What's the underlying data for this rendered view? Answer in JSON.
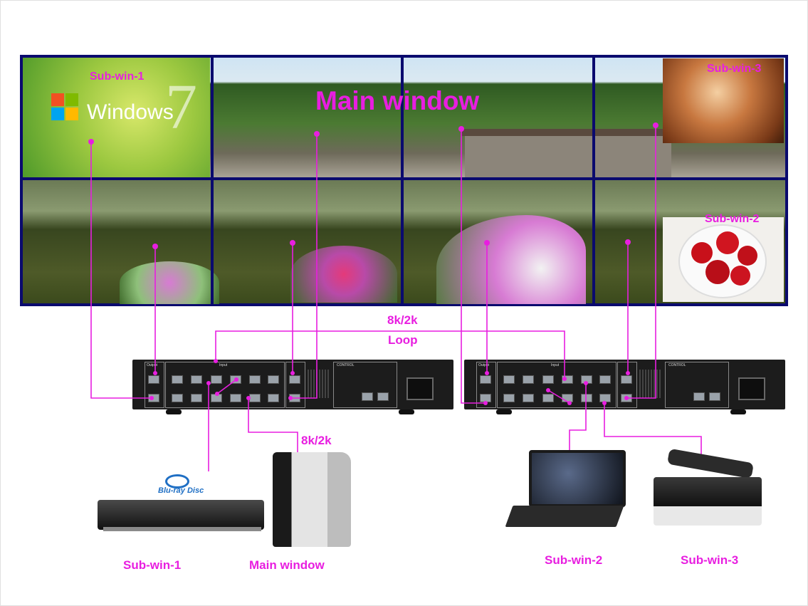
{
  "wall": {
    "main_title": "Main window",
    "subwin1_label": "Sub-win-1",
    "subwin2_label": "Sub-win-2",
    "subwin3_label": "Sub-win-3",
    "windows_logo_text": "Windows",
    "windows_version": "7"
  },
  "links": {
    "loop_res": "8k/2k",
    "loop_label": "Loop",
    "source_res": "8k/2k"
  },
  "processor": {
    "output_label": "Output",
    "input_label": "Input",
    "control_label": "CONTROL"
  },
  "sources": {
    "bluray_logo": "Blu-ray Disc",
    "bluray_caption": "Sub-win-1",
    "pc_caption": "Main window",
    "laptop_caption": "Sub-win-2",
    "mediabox_caption": "Sub-win-3"
  },
  "colors": {
    "accent": "#e81ee0",
    "bezel": "#0a0a6e"
  }
}
